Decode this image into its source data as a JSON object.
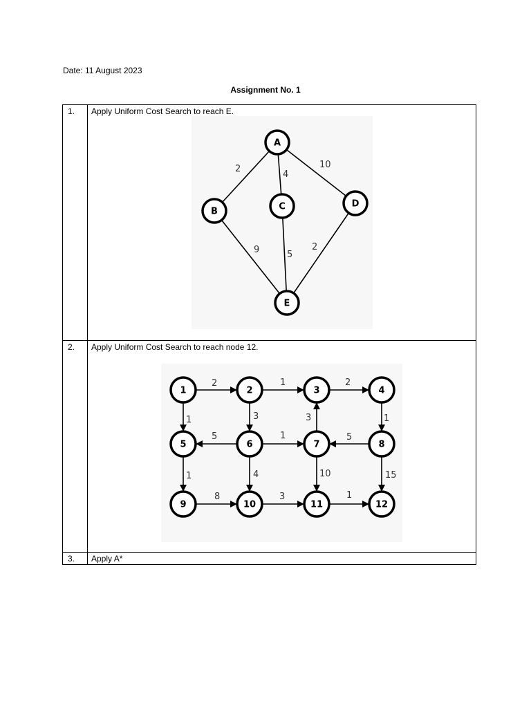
{
  "header": {
    "date": "Date: 11 August 2023",
    "title": "Assignment No. 1"
  },
  "questions": [
    {
      "number": "1.",
      "text": "Apply Uniform Cost Search to reach E.",
      "graph": {
        "directed": false,
        "nodes": [
          "A",
          "B",
          "C",
          "D",
          "E"
        ],
        "edges": [
          {
            "from": "A",
            "to": "B",
            "weight": "2"
          },
          {
            "from": "A",
            "to": "C",
            "weight": "4"
          },
          {
            "from": "A",
            "to": "D",
            "weight": "10"
          },
          {
            "from": "B",
            "to": "E",
            "weight": "9"
          },
          {
            "from": "C",
            "to": "E",
            "weight": "5"
          },
          {
            "from": "D",
            "to": "E",
            "weight": "2"
          }
        ]
      }
    },
    {
      "number": "2.",
      "text": "Apply Uniform Cost Search to reach node 12.",
      "graph": {
        "directed": true,
        "nodes": [
          "1",
          "2",
          "3",
          "4",
          "5",
          "6",
          "7",
          "8",
          "9",
          "10",
          "11",
          "12"
        ],
        "edges": [
          {
            "from": "1",
            "to": "2",
            "weight": "2"
          },
          {
            "from": "2",
            "to": "3",
            "weight": "1"
          },
          {
            "from": "3",
            "to": "4",
            "weight": "2"
          },
          {
            "from": "1",
            "to": "5",
            "weight": "1"
          },
          {
            "from": "2",
            "to": "6",
            "weight": "3"
          },
          {
            "from": "7",
            "to": "3",
            "weight": "3"
          },
          {
            "from": "4",
            "to": "8",
            "weight": "1"
          },
          {
            "from": "6",
            "to": "5",
            "weight": "5"
          },
          {
            "from": "6",
            "to": "7",
            "weight": "1"
          },
          {
            "from": "8",
            "to": "7",
            "weight": "5"
          },
          {
            "from": "5",
            "to": "9",
            "weight": "1"
          },
          {
            "from": "6",
            "to": "10",
            "weight": "4"
          },
          {
            "from": "7",
            "to": "11",
            "weight": "10"
          },
          {
            "from": "8",
            "to": "12",
            "weight": "15"
          },
          {
            "from": "9",
            "to": "10",
            "weight": "8"
          },
          {
            "from": "10",
            "to": "11",
            "weight": "3"
          },
          {
            "from": "11",
            "to": "12",
            "weight": "1"
          }
        ]
      }
    },
    {
      "number": "3.",
      "text": "Apply A*"
    }
  ]
}
